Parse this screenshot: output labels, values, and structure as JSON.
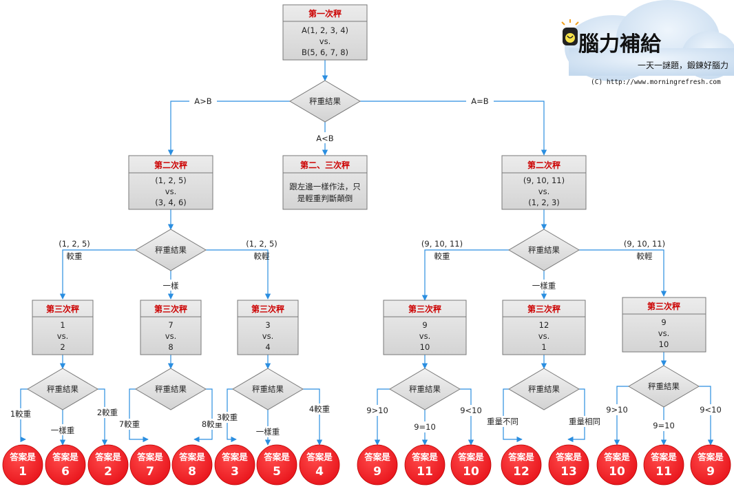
{
  "colors": {
    "line": "#2a8ee0",
    "answer": "#e8141b",
    "title": "#cc0000",
    "box": "#d9d9d9",
    "box_border": "#777777"
  },
  "logo": {
    "title": "腦力補給",
    "slogan": "一天一謎題，鍛鍊好腦力",
    "url": "(C) http://www.morningrefresh.com",
    "icon": "lightbulb-icon"
  },
  "weigh1": {
    "title": "第一次秤",
    "lines": [
      "A(1, 2, 3, 4)",
      "vs.",
      "B(5, 6, 7, 8)"
    ]
  },
  "decision1": {
    "text": "秤重結果",
    "left": "A>B",
    "mid": "A<B",
    "right": "A=B"
  },
  "weigh2_left": {
    "title": "第二次秤",
    "lines": [
      "(1, 2, 5)",
      "vs.",
      "(3, 4, 6)"
    ]
  },
  "weigh2_mid": {
    "title": "第二、三次秤",
    "lines": [
      "跟左邊一樣作法，只",
      "是輕重判斷顛倒"
    ]
  },
  "weigh2_right": {
    "title": "第二次秤",
    "lines": [
      "(9, 10, 11)",
      "vs.",
      "(1, 2, 3)"
    ]
  },
  "decision2_left": {
    "text": "秤重結果",
    "left": [
      "(1, 2, 5)",
      "較重"
    ],
    "mid": "一樣",
    "right": [
      "(1, 2, 5)",
      "較輕"
    ]
  },
  "decision2_right": {
    "text": "秤重結果",
    "left": [
      "(9, 10, 11)",
      "較重"
    ],
    "mid": "一樣重",
    "right": [
      "(9, 10, 11)",
      "較輕"
    ]
  },
  "weigh3": [
    {
      "title": "第三次秤",
      "lines": [
        "1",
        "vs.",
        "2"
      ]
    },
    {
      "title": "第三次秤",
      "lines": [
        "7",
        "vs.",
        "8"
      ]
    },
    {
      "title": "第三次秤",
      "lines": [
        "3",
        "vs.",
        "4"
      ]
    },
    {
      "title": "第三次秤",
      "lines": [
        "9",
        "vs.",
        "10"
      ]
    },
    {
      "title": "第三次秤",
      "lines": [
        "12",
        "vs.",
        "1"
      ]
    },
    {
      "title": "第三次秤",
      "lines": [
        "9",
        "vs.",
        "10"
      ]
    }
  ],
  "decision3": [
    {
      "text": "秤重結果",
      "left": "1較重",
      "mid": "一樣重",
      "right": "2較重"
    },
    {
      "text": "秤重結果",
      "left": "7較重",
      "right": "8較重"
    },
    {
      "text": "秤重結果",
      "left": "3較重",
      "mid": "一樣重",
      "right": "4較重"
    },
    {
      "text": "秤重結果",
      "left": "9>10",
      "mid": "9=10",
      "right": "9<10"
    },
    {
      "text": "秤重結果",
      "left": "重量不同",
      "right": "重量相同"
    },
    {
      "text": "秤重結果",
      "left": "9>10",
      "mid": "9=10",
      "right": "9<10"
    }
  ],
  "answers": [
    {
      "label": "答案是",
      "number": "1"
    },
    {
      "label": "答案是",
      "number": "6"
    },
    {
      "label": "答案是",
      "number": "2"
    },
    {
      "label": "答案是",
      "number": "7"
    },
    {
      "label": "答案是",
      "number": "8"
    },
    {
      "label": "答案是",
      "number": "3"
    },
    {
      "label": "答案是",
      "number": "5"
    },
    {
      "label": "答案是",
      "number": "4"
    },
    {
      "label": "答案是",
      "number": "9"
    },
    {
      "label": "答案是",
      "number": "11"
    },
    {
      "label": "答案是",
      "number": "10"
    },
    {
      "label": "答案是",
      "number": "12"
    },
    {
      "label": "答案是",
      "number": "13"
    },
    {
      "label": "答案是",
      "number": "10"
    },
    {
      "label": "答案是",
      "number": "11"
    },
    {
      "label": "答案是",
      "number": "9"
    }
  ]
}
